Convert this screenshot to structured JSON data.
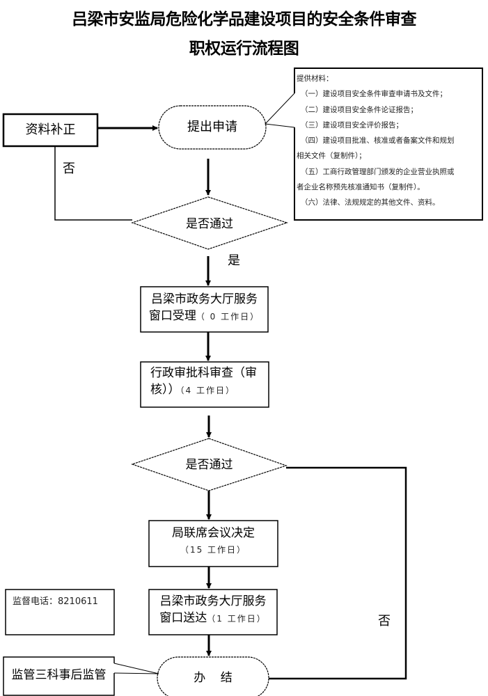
{
  "title": {
    "line1": "吕梁市安监局危险化学品建设项目的安全条件审查",
    "line2": "职权运行流程图"
  },
  "nodes": {
    "correction": "资料补正",
    "submit": "提出申请",
    "decision1": "是否通过",
    "accept_line1": "吕梁市政务大厅服务",
    "accept_line2": "窗口受理",
    "accept_days": "（ 0 工作日）",
    "review_line1": "行政审批科审查（审",
    "review_line2": "核））",
    "review_days": "（4 工作日）",
    "decision2": "是否通过",
    "meeting_line1": "局联席会议决定",
    "meeting_days": "（15 工作日）",
    "deliver_line1": "吕梁市政务大厅服务",
    "deliver_line2": "窗口送达",
    "deliver_days": "（1 工作日）",
    "end": "办    结"
  },
  "labels": {
    "no_1": "否",
    "yes_1": "是",
    "no_2": "否"
  },
  "materials": {
    "heading": "提供材料：",
    "items": [
      "（一）建设项目安全条件审查申请书及文件；",
      "（二）建设项目安全条件论证报告；",
      "（三）建设项目安全评价报告；",
      "（四）建设项目批准、核准或者备案文件和规划",
      "相关文件（复制件）；",
      "（五）工商行政管理部门颁发的企业营业执照或",
      "者企业名称预先核准通知书（复制件）。",
      "（六）法律、法规规定的其他文件、资料。"
    ]
  },
  "supervision_phone": "监督电话：8210611",
  "post_supervision": "监管三科事后监管"
}
